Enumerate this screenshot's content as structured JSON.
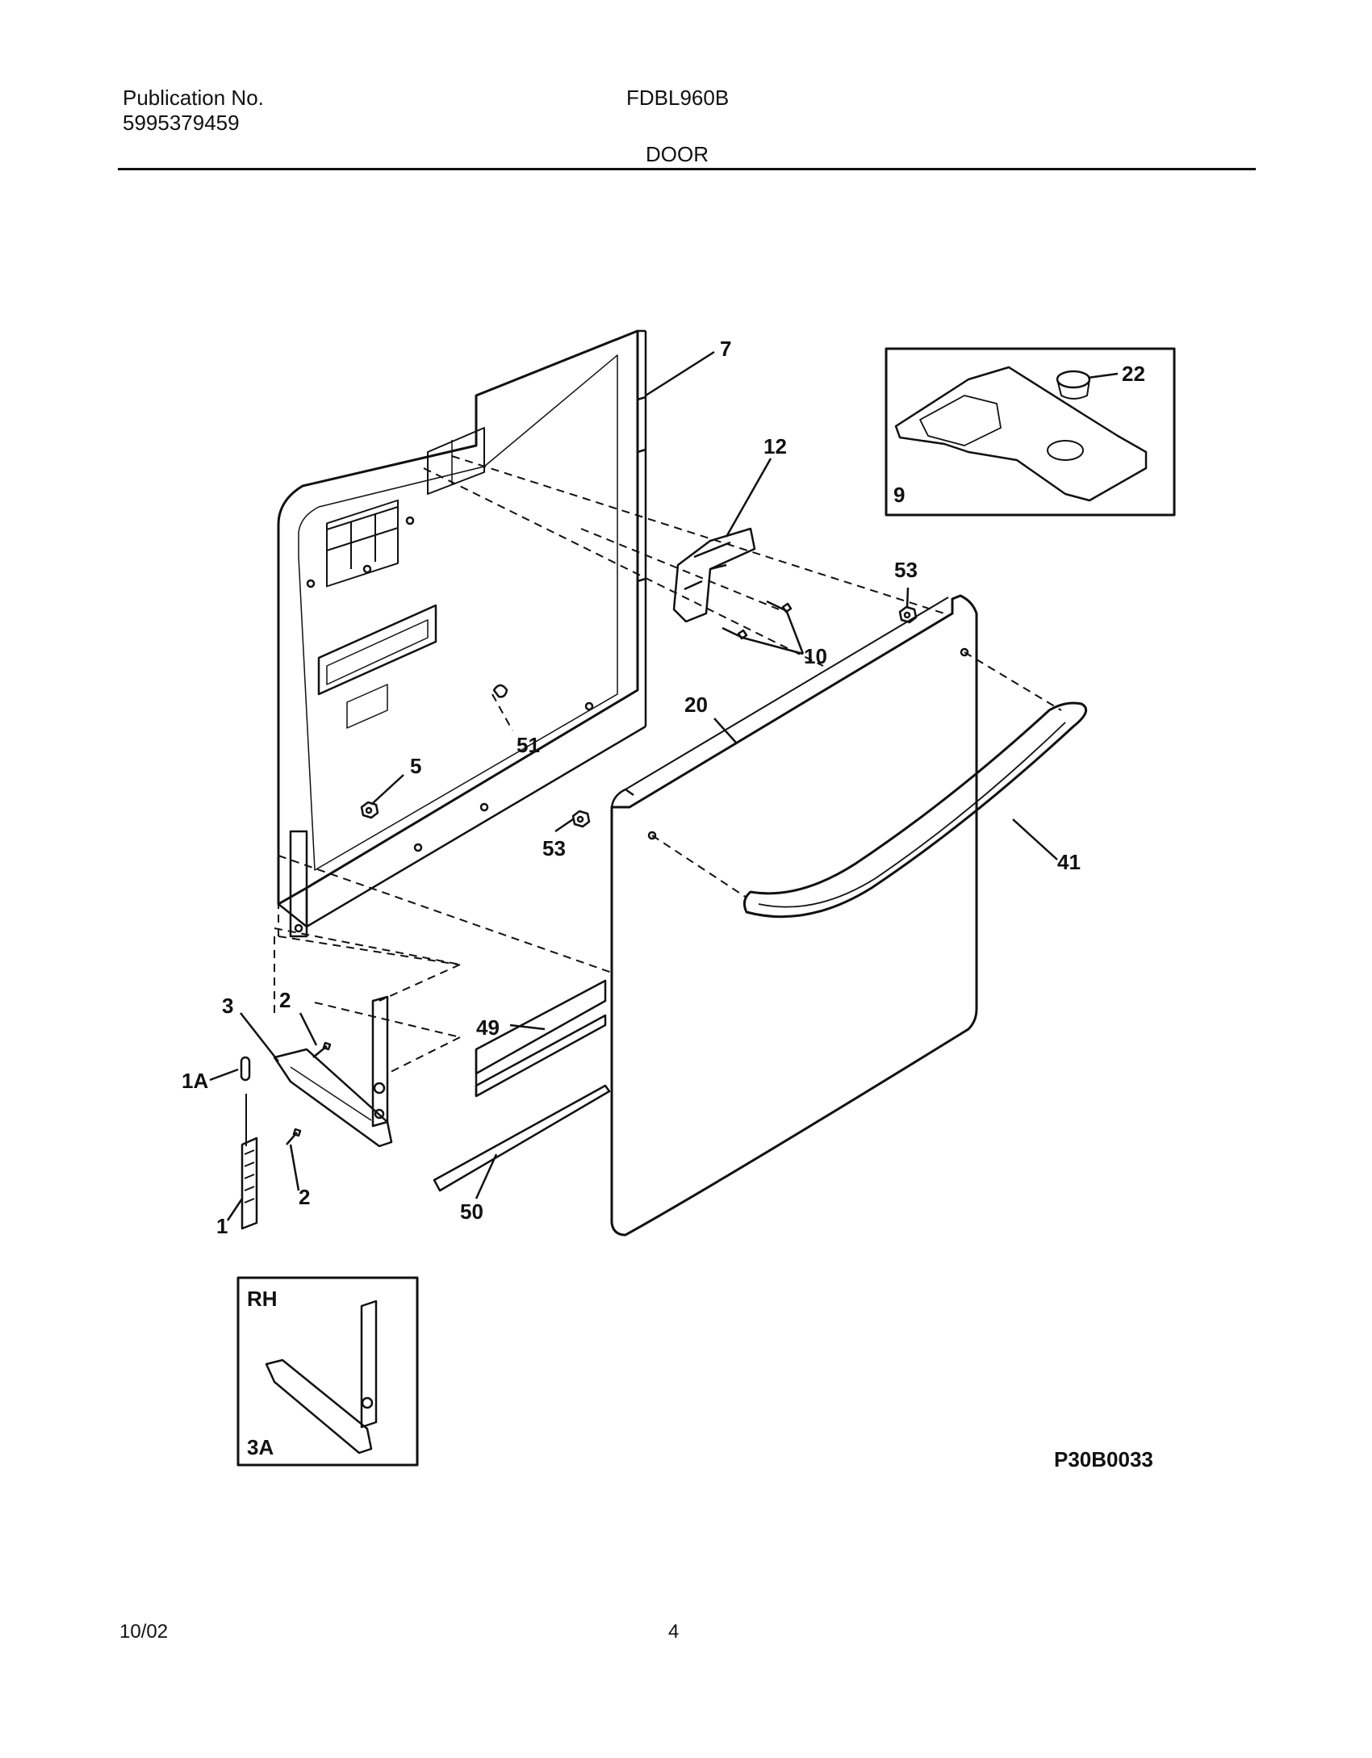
{
  "header": {
    "publication_label": "Publication No.",
    "publication_number": "5995379459",
    "model": "FDBL960B",
    "section_title": "DOOR"
  },
  "callouts": {
    "c7": "7",
    "c22": "22",
    "c9": "9",
    "c12": "12",
    "c53a": "53",
    "c10": "10",
    "c20": "20",
    "c51": "51",
    "c5": "5",
    "c53b": "53",
    "c41": "41",
    "c3": "3",
    "c2a": "2",
    "c49": "49",
    "c1a": "1A",
    "c2b": "2",
    "c1": "1",
    "c50": "50",
    "rh": "RH",
    "c3a": "3A"
  },
  "diagram_code": "P30B0033",
  "footer": {
    "date": "10/02",
    "page": "4"
  }
}
